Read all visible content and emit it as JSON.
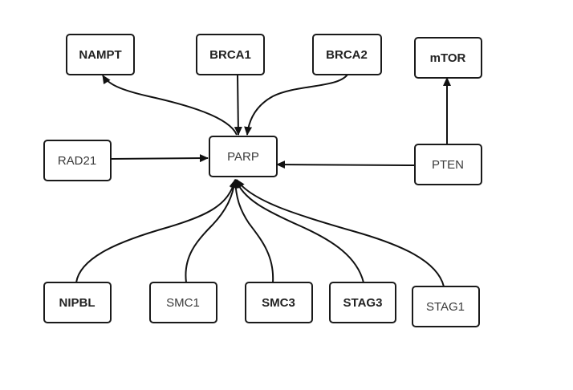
{
  "nodes": {
    "nampt": "NAMPT",
    "brca1": "BRCA1",
    "brca2": "BRCA2",
    "mtor": "mTOR",
    "rad21": "RAD21",
    "parp": "PARP",
    "pten": "PTEN",
    "nipbl": "NIPBL",
    "smc1": "SMC1",
    "smc3": "SMC3",
    "stag3": "STAG3",
    "stag1": "STAG1"
  },
  "edges": [
    {
      "from": "PARP",
      "to": "NAMPT"
    },
    {
      "from": "BRCA1",
      "to": "PARP"
    },
    {
      "from": "BRCA2",
      "to": "PARP"
    },
    {
      "from": "RAD21",
      "to": "PARP"
    },
    {
      "from": "PTEN",
      "to": "PARP"
    },
    {
      "from": "PTEN",
      "to": "mTOR"
    },
    {
      "from": "NIPBL",
      "to": "PARP"
    },
    {
      "from": "SMC1",
      "to": "PARP"
    },
    {
      "from": "SMC3",
      "to": "PARP"
    },
    {
      "from": "STAG3",
      "to": "PARP"
    },
    {
      "from": "STAG1",
      "to": "PARP"
    }
  ],
  "colors": {
    "stroke": "#1a1a1a",
    "text": "#222222",
    "background": "#ffffff"
  }
}
